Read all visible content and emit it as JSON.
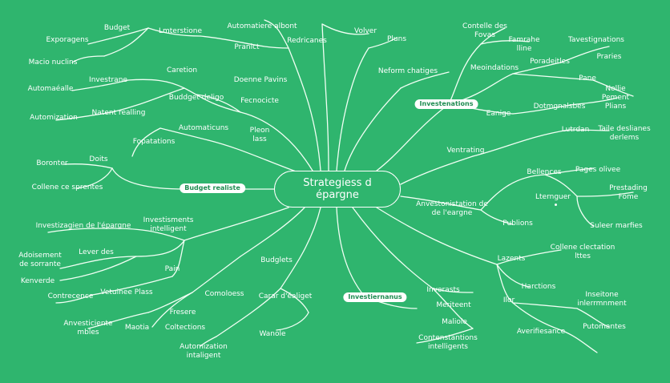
{
  "center": {
    "line1": "Strategiess d",
    "line2": "épargne"
  },
  "pills": {
    "left": "Budget realiste",
    "right": "Investenations",
    "bottom": "Investiernanus"
  },
  "labels": {
    "budget": "Budget",
    "exporagens": "Exporagens",
    "macio": "Macio nuclins",
    "automatelle": "Automaéalle",
    "investrane": "Investrane",
    "automization": "Automization",
    "natent": "Natent realling",
    "lmterstione": "Lmterstione",
    "caretion": "Caretion",
    "buddget": "Buddget deligo",
    "automatiere": "Automatiere albont",
    "pranict": "Pranict",
    "redricanes": "Redricanes",
    "doenne": "Doenne Pavins",
    "fecnocicte": "Fecnocicte",
    "volver": "Volver",
    "pluns": "Pluns",
    "neform": "Neform chatiges",
    "contelle_1": "Contelle des",
    "contelle_2": "Fovas",
    "famrahe_1": "Famrahe",
    "famrahe_2": "lline",
    "tavestignations": "Tavestignations",
    "poradeitles": "Poradeitles",
    "praries": "Praries",
    "meoindations": "Meoindations",
    "pane": "Pane",
    "nollie_1": "Nollie",
    "nollie_2": "Pement",
    "nollie_3": "Plians",
    "eanige": "Eanige",
    "dotmgnalsbes": "Dotmgnalsbes",
    "lutrdan": "Lutrdan",
    "taile_1": "Taile deslianes",
    "taile_2": "derlems",
    "automaticuns": "Automaticuns",
    "pleon_1": "Pleon",
    "pleon_2": "lass",
    "fopatations": "Fopatations",
    "boronter": "Boronter",
    "doits": "Doits",
    "collene_left": "Collene ce sprentes",
    "ventrating": "Ventrating",
    "bellences": "Bellences",
    "pages": "Pages olivee",
    "prestading_1": "Prestading",
    "prestading_2": "Fome",
    "lternguer": "Lternguer",
    "anves_1": "Anvestonistation de",
    "anves_2": "de l'eargne",
    "publions": "Publions",
    "suleer": "Suleer marfies",
    "investizagien": "Investizagien de l'épargne",
    "invest_intel_1": "Investisments",
    "invest_intel_2": "intelligent",
    "adoisement_1": "Adoisement",
    "adoisement_2": "de sorrante",
    "lever": "Lever des",
    "kenverde": "Kenverde",
    "pain": "Pain",
    "budglets": "Budglets",
    "contrecence": "Contrecence",
    "vetuinee": "Vetuinee Plass",
    "comoloess": "Comoloess",
    "carar": "Carar d'éaliget",
    "anvesticiente_1": "Anvesticiente",
    "anvesticiente_2": "mbles",
    "fresere": "Fresere",
    "maotia": "Maotia",
    "coltections": "Coltections",
    "wanole": "Wanole",
    "automation_1": "Automization",
    "automation_2": "intaligent",
    "collene_right_1": "Collene clectation",
    "collene_right_2": "lttes",
    "lazents": "Lazents",
    "harctions": "Harctions",
    "inverasts": "Inverasts",
    "meriteent": "Meriteent",
    "ilor": "Ilor",
    "inseitone_1": "Inseitone",
    "inseitone_2": "inlerrmnment",
    "maliole": "Maliole",
    "putomantes": "Putomantes",
    "contenstantions_1": "Contenstantions",
    "contenstantions_2": "intelligents",
    "averifiesance": "Averifiesance"
  }
}
